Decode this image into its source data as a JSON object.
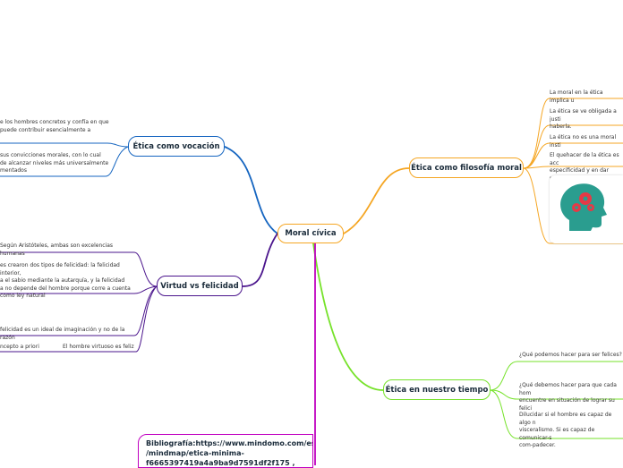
{
  "central": {
    "label": "Moral cívica"
  },
  "branches": {
    "vocacion": {
      "label": "Ética como vocación",
      "color": "#1565c0",
      "leaves": [
        "e los hombres concretos y confía en que\npuede contribuir esencialmente a",
        "sus convicciones morales, con lo cual\nde alcanzar niveles más universalmente\nmentados"
      ]
    },
    "virtud": {
      "label": "Virtud vs felicidad",
      "color": "#4a148c",
      "leaves": [
        "Según Aristóteles, ambas son excelencias humanas",
        "es crearon dos tipos de felicidad: la felicidad interior,\na el sabio mediante la autarquía, y la felicidad\na no depende del hombre porque corre a cuenta\ncomo ley natural",
        "felicidad es un ideal de imaginación y no de la razón",
        "El hombre virtuoso es feliz",
        "ncepto a priori"
      ]
    },
    "filosofia": {
      "label": "Ética como filosofía moral",
      "color": "#f5a623",
      "leaves": [
        "La moral en la ética implica u",
        "La ética se ve obligada a justi\nhaberla.",
        "La ética no es una moral insti",
        "El quehacer de la ética es acc\nespecificidad y en dar reflexi"
      ]
    },
    "nuestro_tiempo": {
      "label": "Ética en nuestro tiempo",
      "color": "#76e22a",
      "leaves": [
        "¿Qué podemos hacer para ser felices?",
        "¿Qué debemos hacer para que cada hom\nencuentre en situación de lograr su felici",
        "Dilucidar si el hombre es capaz de algo n\nvisceralismo. Si es capaz de comunicar-s\ncom-padecer."
      ]
    },
    "bibliografia": {
      "label": "Bibliografía:https://www.mindomo.com/es\n/mindmap/etica-minima-\nf6665397419a4a9ba9d7591df2f175 ,",
      "color": "#c000c0"
    }
  },
  "image": {
    "icon": "head-gears-icon",
    "head_color": "#2a9d8f",
    "gear_color": "#e63946"
  }
}
